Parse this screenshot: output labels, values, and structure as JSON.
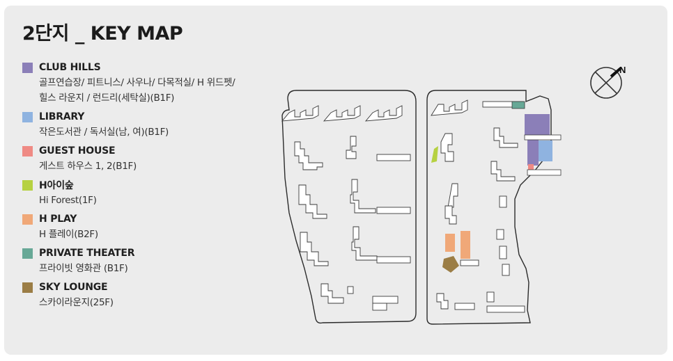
{
  "title": "2단지 _ KEY MAP",
  "legend": [
    {
      "name": "CLUB HILLS",
      "desc": [
        "골프연습장/ 피트니스/ 사우나/ 다목적실/ H 위드펫/",
        "힐스 라운지 / 런드리(세탁실)(B1F)"
      ],
      "color": "#8b7fb8"
    },
    {
      "name": "LIBRARY",
      "desc": [
        "작은도서관 / 독서실(남, 여)(B1F)"
      ],
      "color": "#8fb3e0"
    },
    {
      "name": "GUEST HOUSE",
      "desc": [
        "게스트 하우스 1, 2(B1F)"
      ],
      "color": "#ef8a84"
    },
    {
      "name": "H아이숲",
      "desc": [
        "Hi Forest(1F)"
      ],
      "color": "#b6d141"
    },
    {
      "name": "H PLAY",
      "desc": [
        "H 플레이(B2F)"
      ],
      "color": "#f0a878"
    },
    {
      "name": "PRIVATE THEATER",
      "desc": [
        "프라이빗 영화관 (B1F)"
      ],
      "color": "#67a896"
    },
    {
      "name": "SKY LOUNGE",
      "desc": [
        "스카이라운지(25F)"
      ],
      "color": "#9b7d45"
    }
  ],
  "compass": {
    "label": "N",
    "icon": "north-arrow-icon"
  }
}
